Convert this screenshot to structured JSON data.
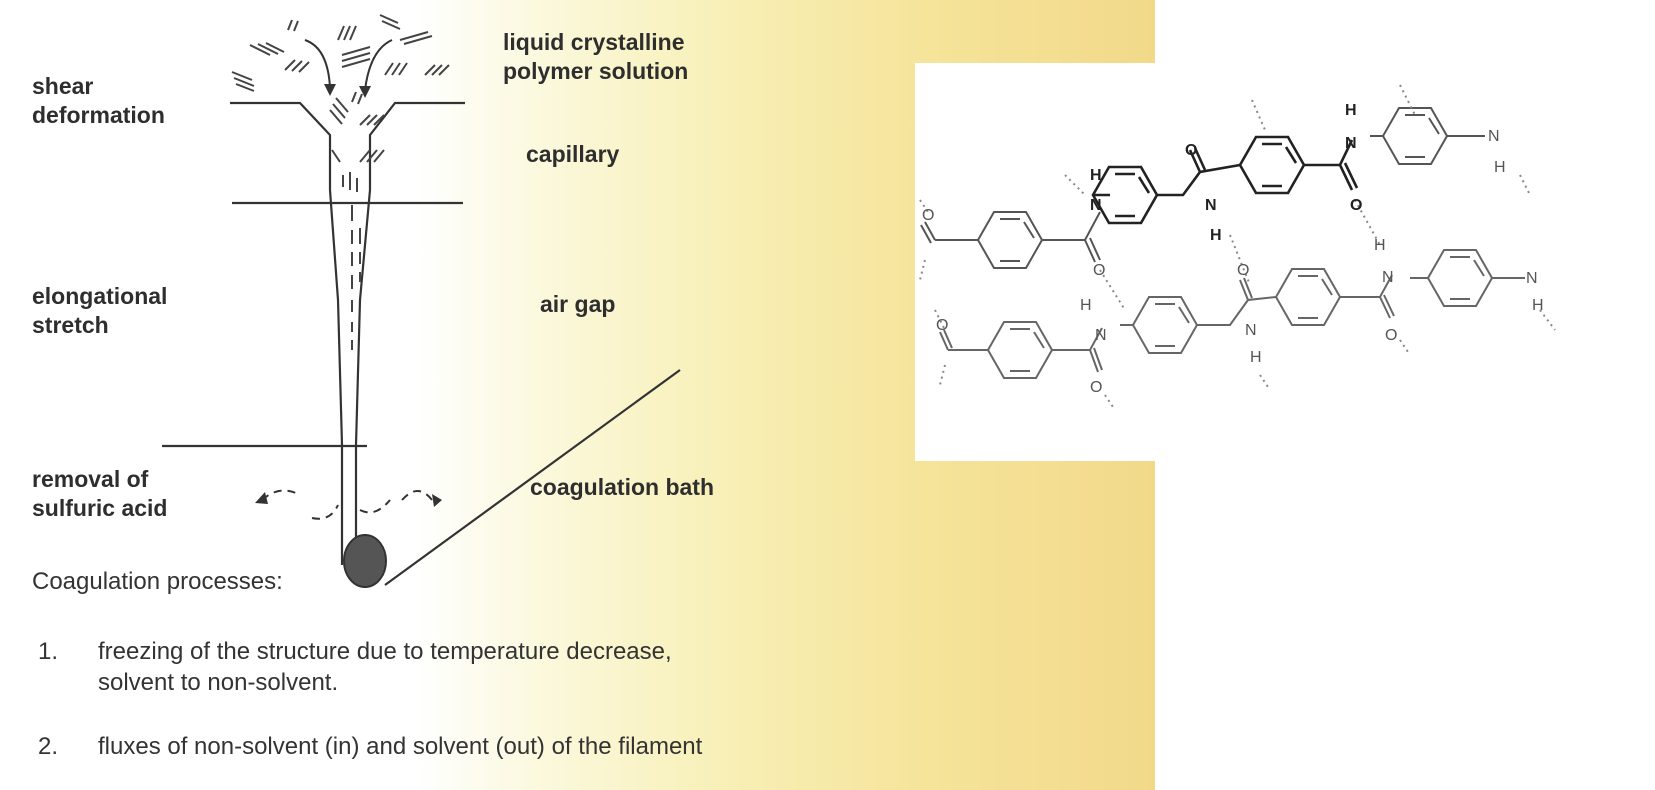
{
  "figure": {
    "process_diagram": {
      "left_labels": {
        "shear_deformation": "shear\ndeformation",
        "elongational_stretch": "elongational\nstretch",
        "removal_of_acid": "removal of\nsulfuric acid"
      },
      "right_labels": {
        "solution": "liquid crystalline\npolymer solution",
        "capillary": "capillary",
        "air_gap": "air gap",
        "coagulation_bath": "coagulation bath"
      }
    },
    "coagulation": {
      "heading": "Coagulation processes:",
      "items": [
        {
          "num": "1.",
          "line1": "freezing of the structure due to temperature decrease,",
          "line2": "solvent to non-solvent."
        },
        {
          "num": "2.",
          "line1": "fluxes of non-solvent (in) and solvent (out) of the filament",
          "line2": ""
        }
      ]
    },
    "chemical_structure": {
      "description": "hydrogen-bonded poly(p-phenylene terephthalamide) chains",
      "atoms": {
        "N": "N",
        "H": "H",
        "O": "O"
      }
    },
    "colors": {
      "background_gradient_start": "#ffffff",
      "background_gradient_end": "#f2d98a",
      "line": "#333333",
      "roller": "#555555"
    }
  }
}
